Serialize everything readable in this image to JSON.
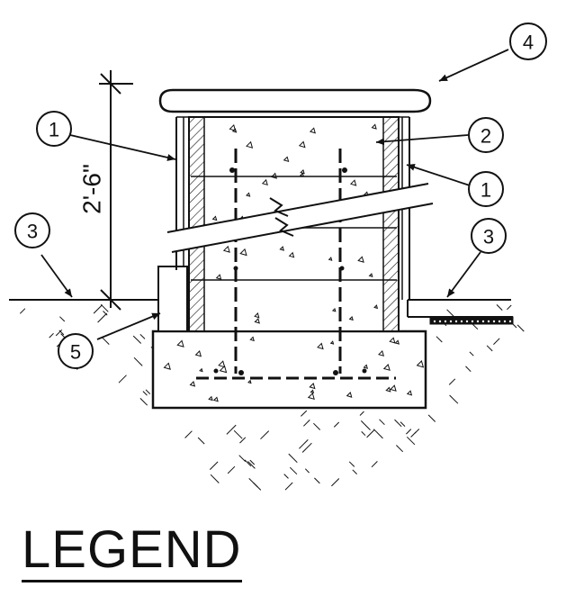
{
  "dimension": {
    "height_label": "2'-6\""
  },
  "callouts": [
    {
      "id": "callout-1-left",
      "label": "1"
    },
    {
      "id": "callout-2",
      "label": "2"
    },
    {
      "id": "callout-1-right",
      "label": "1"
    },
    {
      "id": "callout-3-left",
      "label": "3"
    },
    {
      "id": "callout-3-right",
      "label": "3"
    },
    {
      "id": "callout-4",
      "label": "4"
    },
    {
      "id": "callout-5",
      "label": "5"
    }
  ],
  "legend": {
    "title": "LEGEND"
  },
  "colors": {
    "ink": "#111111",
    "paper": "#ffffff"
  }
}
